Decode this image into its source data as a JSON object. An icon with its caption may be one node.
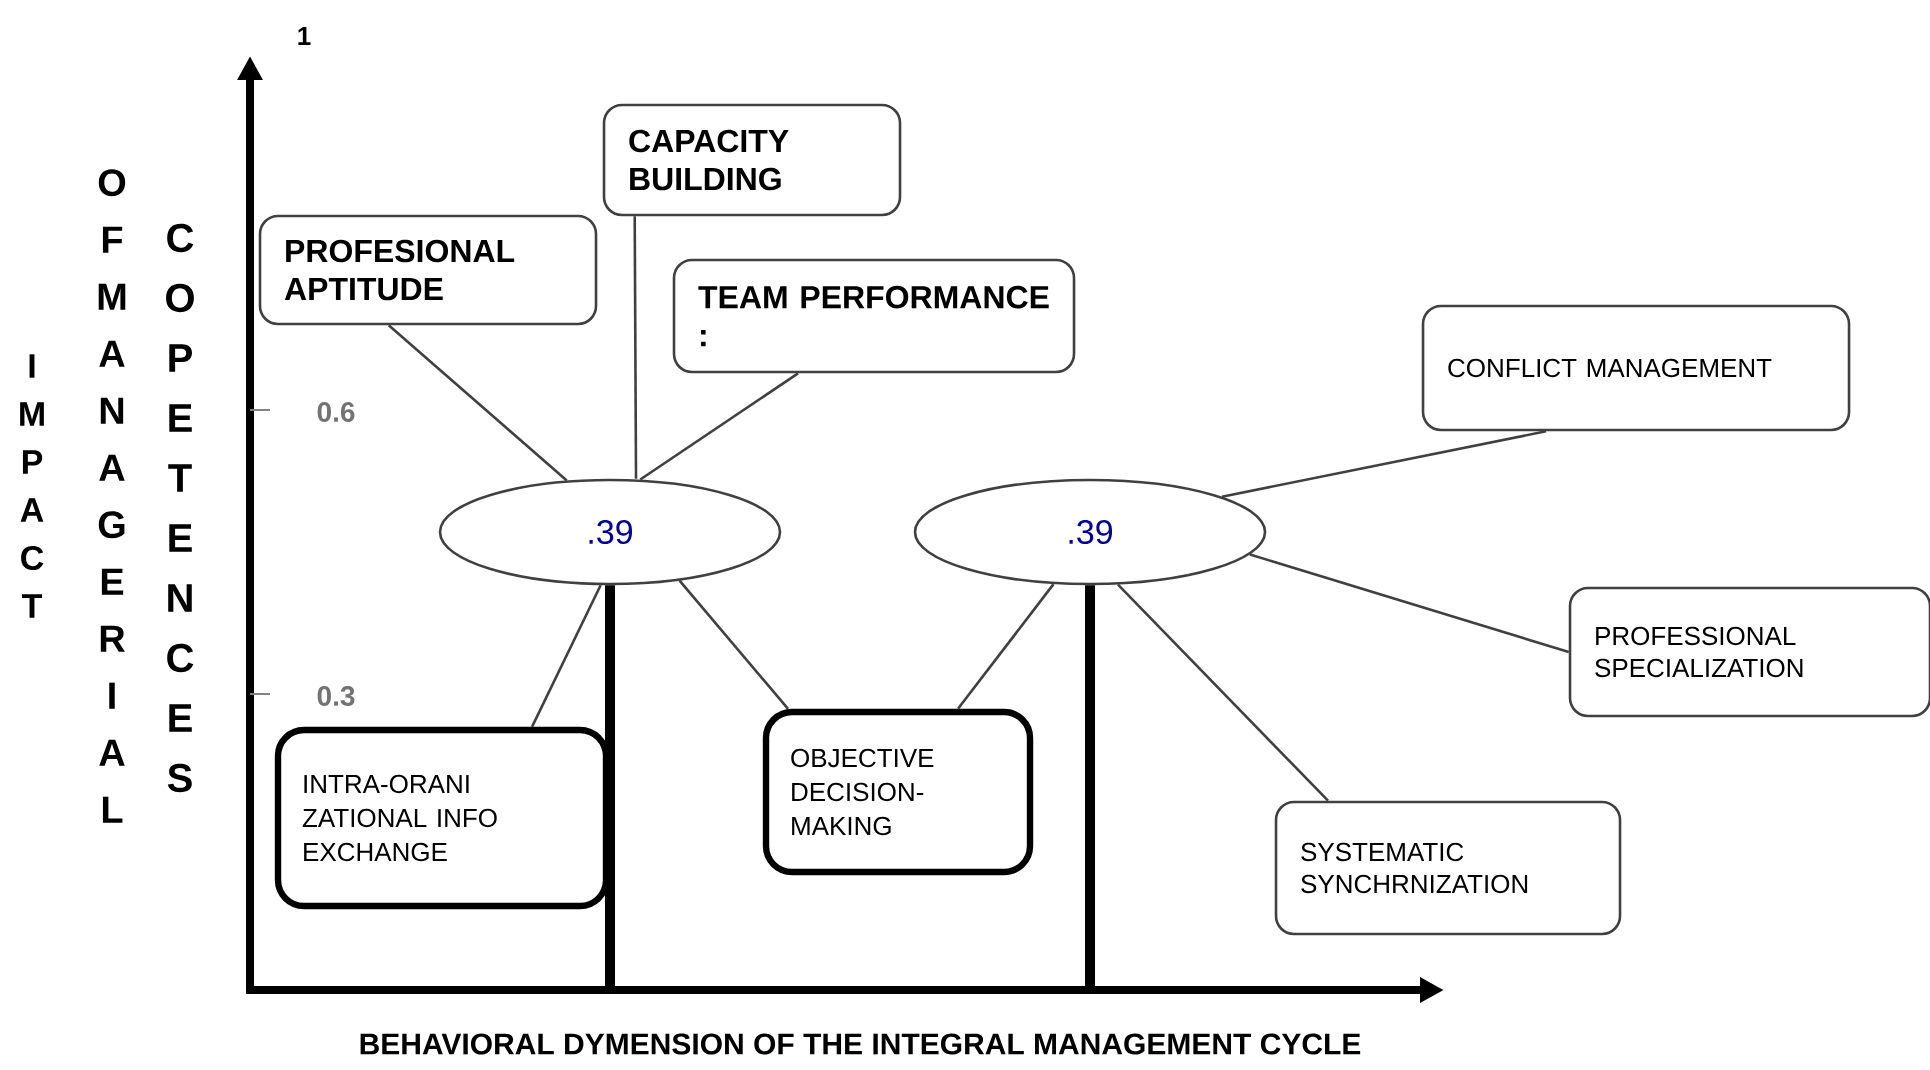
{
  "diagram": {
    "nodes": [
      {
        "text": [
          "PROFESIONAL APTITUDE"
        ]
      },
      {
        "text": [
          "CAPACITY BUILDING"
        ]
      },
      {
        "text": [
          "TEAM PERFORMANCE :"
        ]
      },
      {
        "text": [
          ".39"
        ]
      },
      {
        "text": [
          ".39"
        ]
      },
      {
        "text": [
          "CONFLICT MANAGEMENT"
        ]
      },
      {
        "text": [
          "PROFESSIONAL SPECIALIZATION"
        ]
      },
      {
        "text": [
          "SYSTEMATIC SYNCHRNIZATION"
        ]
      },
      {
        "text": [
          "INTRA-ORANI ZATIONAL INFO EXCHANGE"
        ]
      },
      {
        "text": [
          "OBJECTIVE DECISION- MAKING"
        ]
      }
    ],
    "edges": [
      {
        "from": 0,
        "to": 3,
        "arrow": "none"
      },
      {
        "from": 1,
        "to": 3,
        "arrow": "none"
      },
      {
        "from": 2,
        "to": 3,
        "arrow": "none"
      },
      {
        "from": 3,
        "to": 8,
        "arrow": "none"
      },
      {
        "from": 3,
        "to": 9,
        "arrow": "none"
      },
      {
        "from": 4,
        "to": 9,
        "arrow": "none"
      },
      {
        "from": 4,
        "to": 5,
        "arrow": "none"
      },
      {
        "from": 4,
        "to": 6,
        "arrow": "none"
      },
      {
        "from": 4,
        "to": 7,
        "arrow": "none"
      },
      {
        "from": 3,
        "to": null,
        "arrow": "none",
        "style": "thick"
      },
      {
        "from": 4,
        "to": null,
        "arrow": "none",
        "style": "thick"
      }
    ],
    "labels": [
      "1",
      "0.6",
      "0.3",
      "IMPACT",
      "OF MANAGERIAL",
      "COPETENCES",
      "BEHAVIORAL DYMENSION OF THE INTEGRAL MANAGEMENT CYCLE"
    ]
  }
}
